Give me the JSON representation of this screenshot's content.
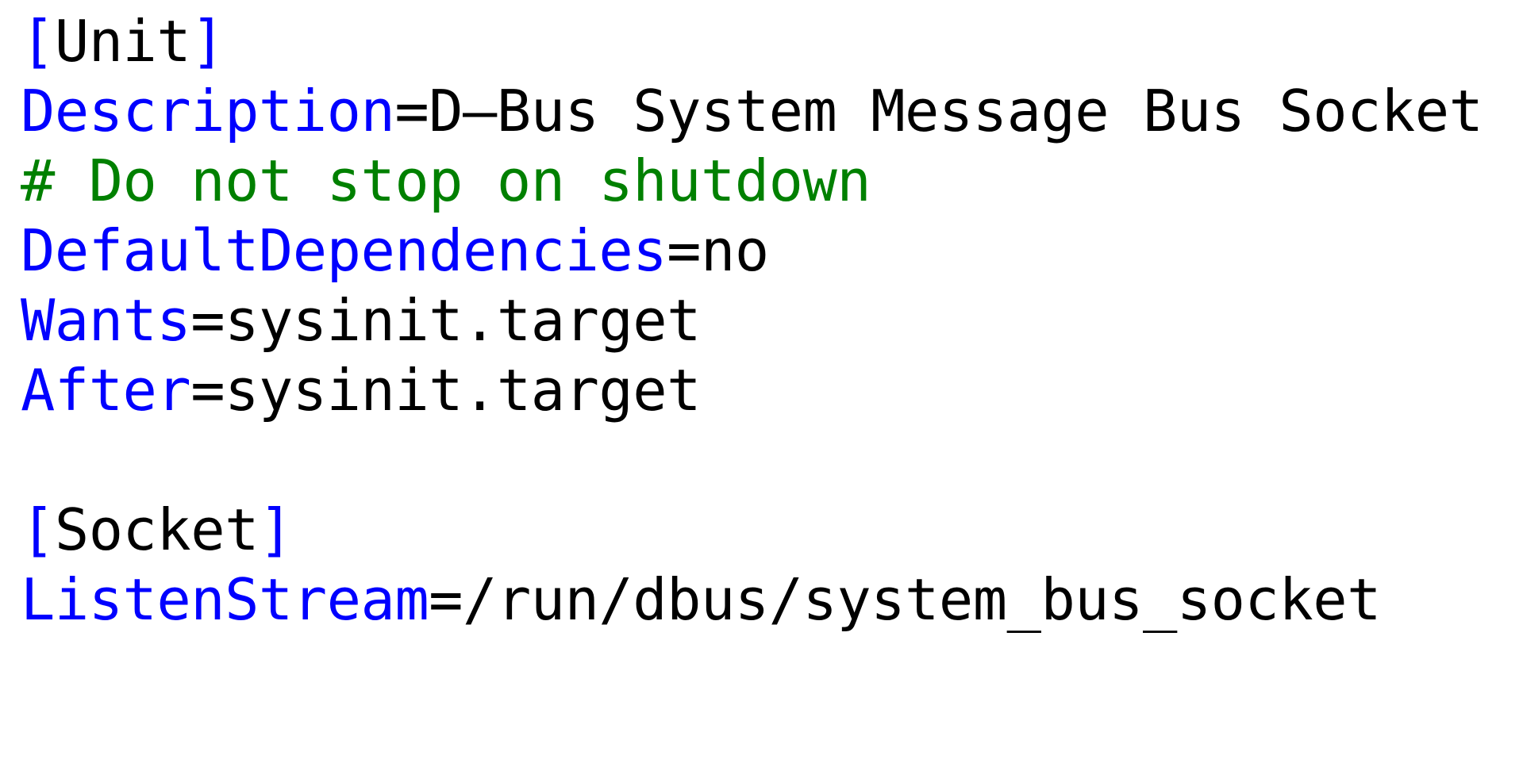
{
  "document": {
    "kind": "systemd-unit-file",
    "background_color": "#ffffff"
  },
  "palette": {
    "key": "#0000ff",
    "bracket": "#0000ff",
    "section_name": "#000000",
    "value": "#000000",
    "comment": "#008000",
    "equals": "#000000",
    "background": "#ffffff"
  },
  "lines": [
    {
      "index": 1,
      "type": "section",
      "text": "[Unit]",
      "tokens": [
        {
          "kind": "bracket",
          "text": "["
        },
        {
          "kind": "section",
          "text": "Unit"
        },
        {
          "kind": "bracket",
          "text": "]"
        }
      ]
    },
    {
      "index": 2,
      "type": "assignment",
      "text": "Description=D-Bus System Message Bus Socket",
      "tokens": [
        {
          "kind": "key",
          "text": "Description"
        },
        {
          "kind": "eq",
          "text": "="
        },
        {
          "kind": "value",
          "text": "D–Bus System Message Bus Socket"
        }
      ]
    },
    {
      "index": 3,
      "type": "comment",
      "text": "# Do not stop on shutdown",
      "tokens": [
        {
          "kind": "comment",
          "text": "# Do not stop on shutdown"
        }
      ]
    },
    {
      "index": 4,
      "type": "assignment",
      "text": "DefaultDependencies=no",
      "tokens": [
        {
          "kind": "key",
          "text": "DefaultDependencies"
        },
        {
          "kind": "eq",
          "text": "="
        },
        {
          "kind": "value",
          "text": "no"
        }
      ]
    },
    {
      "index": 5,
      "type": "assignment",
      "text": "Wants=sysinit.target",
      "tokens": [
        {
          "kind": "key",
          "text": "Wants"
        },
        {
          "kind": "eq",
          "text": "="
        },
        {
          "kind": "value",
          "text": "sysinit.target"
        }
      ]
    },
    {
      "index": 6,
      "type": "assignment",
      "text": "After=sysinit.target",
      "tokens": [
        {
          "kind": "key",
          "text": "After"
        },
        {
          "kind": "eq",
          "text": "="
        },
        {
          "kind": "value",
          "text": "sysinit.target"
        }
      ]
    },
    {
      "index": 7,
      "type": "blank",
      "text": "",
      "tokens": []
    },
    {
      "index": 8,
      "type": "section",
      "text": "[Socket]",
      "tokens": [
        {
          "kind": "bracket",
          "text": "["
        },
        {
          "kind": "section",
          "text": "Socket"
        },
        {
          "kind": "bracket",
          "text": "]"
        }
      ]
    },
    {
      "index": 9,
      "type": "assignment",
      "text": "ListenStream=/run/dbus/system_bus_socket",
      "tokens": [
        {
          "kind": "key",
          "text": "ListenStream"
        },
        {
          "kind": "eq",
          "text": "="
        },
        {
          "kind": "value",
          "text": "/run/dbus/system_bus_socket"
        }
      ]
    }
  ]
}
